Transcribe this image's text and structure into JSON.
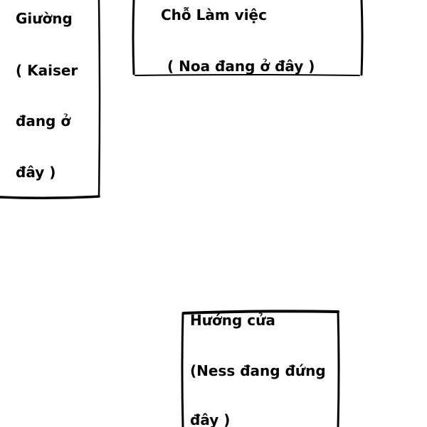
{
  "stroke_color": "#000000",
  "background_color": "#ffffff",
  "bed": {
    "lines": [
      "Giường",
      "( Kaiser",
      "đang ở",
      "đây )"
    ]
  },
  "workspace": {
    "lines": [
      "Chỗ Làm việc",
      "( Noa đang ở đây )"
    ]
  },
  "door": {
    "lines": [
      "Hướng cửa",
      "(Ness đang đứng",
      "đây )"
    ]
  }
}
